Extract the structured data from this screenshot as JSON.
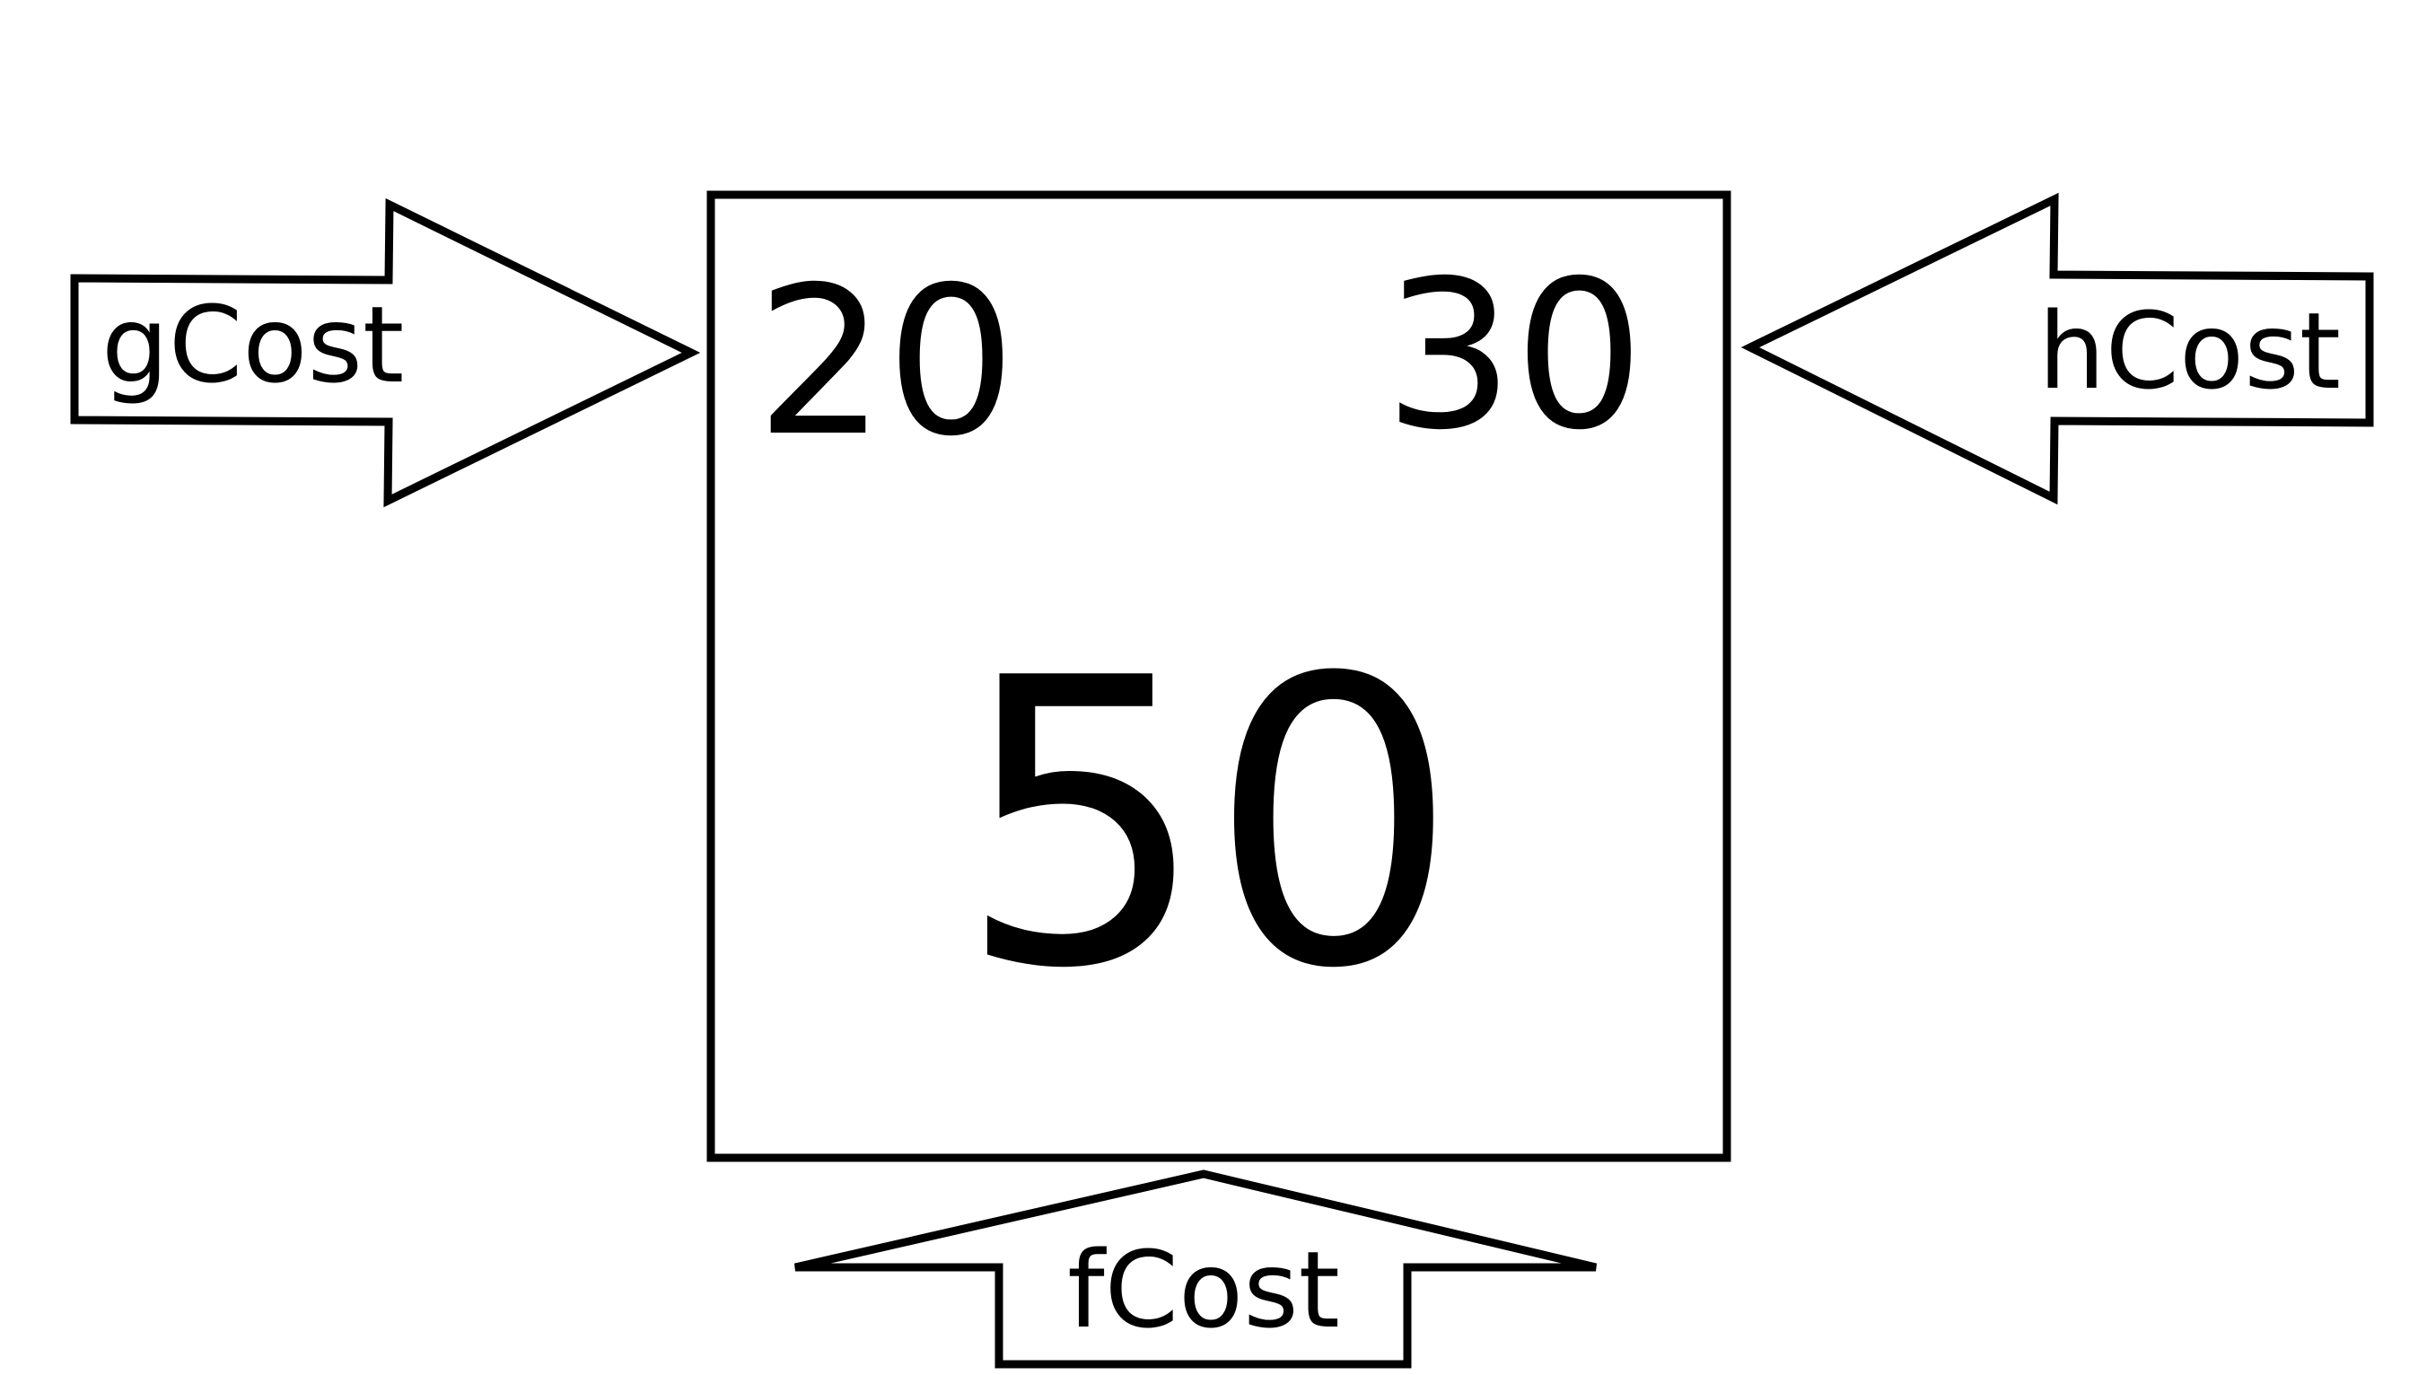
{
  "node": {
    "g_value": "20",
    "h_value": "30",
    "f_value": "50"
  },
  "arrows": {
    "g_label": "gCost",
    "h_label": "hCost",
    "f_label": "fCost"
  },
  "colors": {
    "stroke": "#000000",
    "fill": "#ffffff",
    "text": "#000000"
  }
}
